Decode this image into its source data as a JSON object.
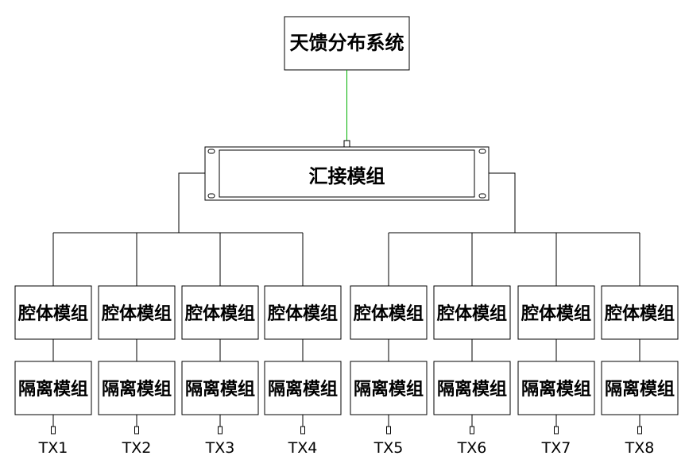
{
  "top_system": {
    "label": "天馈分布系统"
  },
  "combiner": {
    "label": "汇接模组"
  },
  "columns": [
    {
      "cavity": "腔体模组",
      "isolator": "隔离模组",
      "port": "TX1"
    },
    {
      "cavity": "腔体模组",
      "isolator": "隔离模组",
      "port": "TX2"
    },
    {
      "cavity": "腔体模组",
      "isolator": "隔离模组",
      "port": "TX3"
    },
    {
      "cavity": "腔体模组",
      "isolator": "隔离模组",
      "port": "TX4"
    },
    {
      "cavity": "腔体模组",
      "isolator": "隔离模组",
      "port": "TX5"
    },
    {
      "cavity": "腔体模组",
      "isolator": "隔离模组",
      "port": "TX6"
    },
    {
      "cavity": "腔体模组",
      "isolator": "隔离模组",
      "port": "TX7"
    },
    {
      "cavity": "腔体模组",
      "isolator": "隔离模组",
      "port": "TX8"
    }
  ],
  "colors": {
    "line": "#000000",
    "feed_line": "#00b000",
    "background": "#ffffff"
  }
}
